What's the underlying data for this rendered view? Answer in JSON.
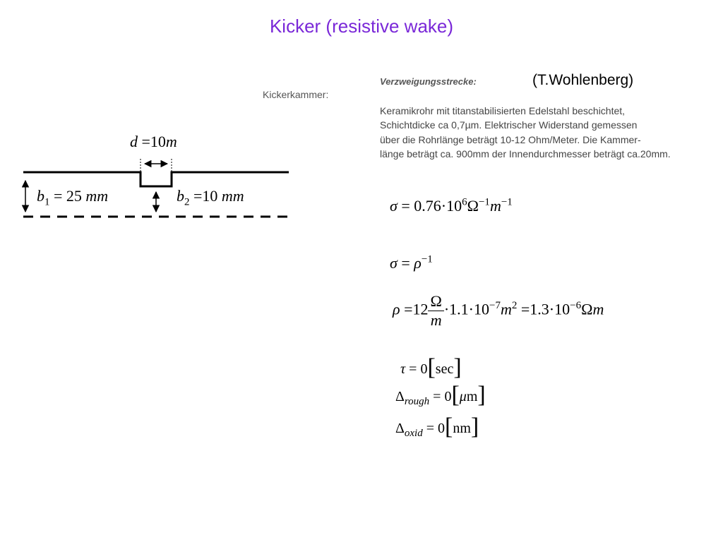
{
  "slide": {
    "title": "Kicker (resistive wake)",
    "credit": "(T.Wohlenberg)",
    "scan": {
      "kickerkammer_label": "Kickerkammer:",
      "verzweigung_label": "Verzweigungsstrecke:",
      "description_lines": [
        "Keramikrohr mit titanstabilisierten Edelstahl beschichtet,",
        "Schichtdicke ca 0,7µm. Elektrischer Widerstand gemessen",
        "über die Rohrlänge beträgt 10-12 Ohm/Meter. Die Kammer-",
        "länge beträgt ca. 900mm der Innendurchmesser beträgt ca.20mm."
      ]
    },
    "diagram": {
      "d_symbol": "d",
      "d_value": "10",
      "d_unit": "m",
      "b1_symbol": "b",
      "b1_sub": "1",
      "b1_value": "25",
      "b1_unit": "mm",
      "b2_symbol": "b",
      "b2_sub": "2",
      "b2_value": "10",
      "b2_unit": "mm"
    },
    "formulas": {
      "sigma_sym": "σ",
      "rho_sym": "ρ",
      "eq": "=",
      "dot": "·",
      "sigma_coeff": "0.76",
      "ten": "10",
      "sigma_exp": "6",
      "ohm": "Ω",
      "minus_one": "−1",
      "m": "m",
      "rho_12": "12",
      "rho_factor": "1.1",
      "rho_exp": "−7",
      "m2_exp": "2",
      "rho_result": "1.3",
      "rho_result_exp": "−6",
      "tau_sym": "τ",
      "zero": "0",
      "sec": "sec",
      "delta": "Δ",
      "rough_sub": "rough",
      "mu": "μ",
      "um_m": "m",
      "oxid_sub": "oxid",
      "nm": "nm"
    }
  }
}
